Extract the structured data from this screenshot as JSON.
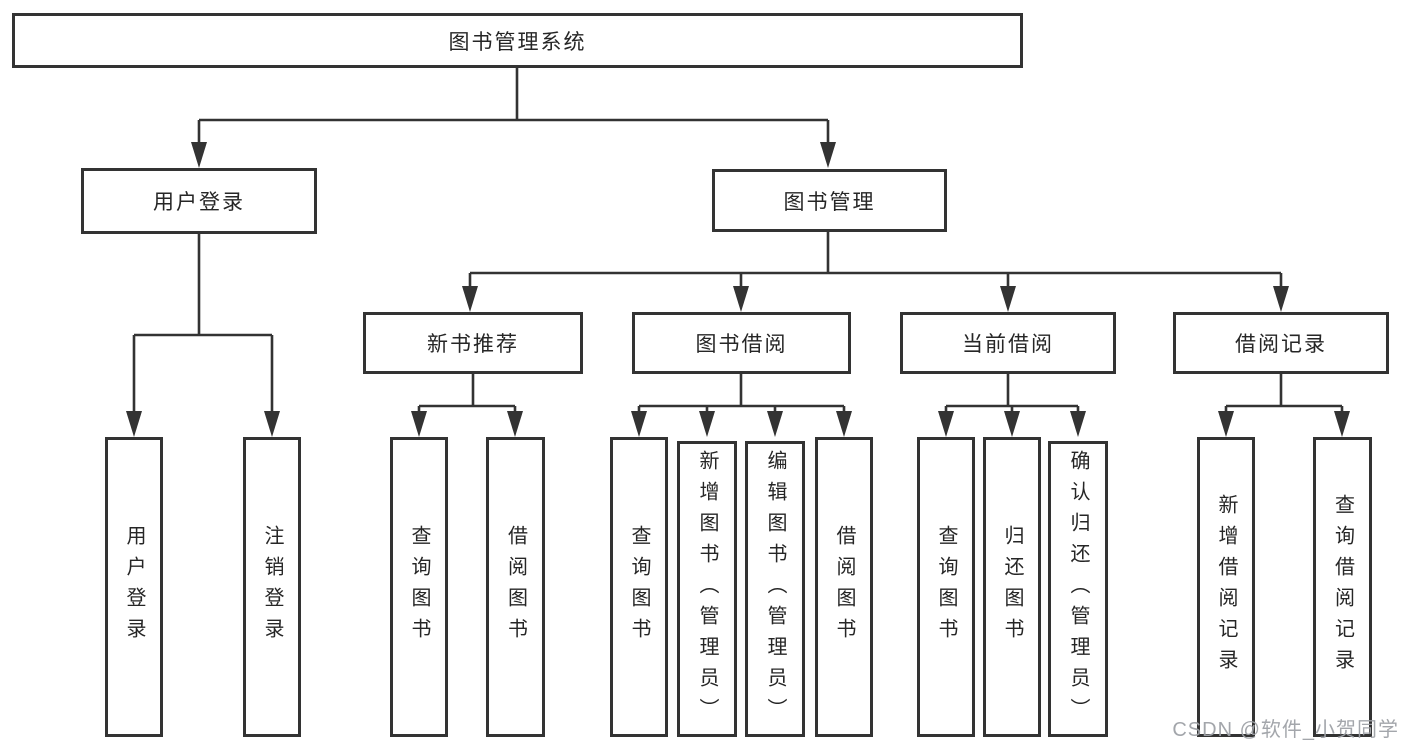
{
  "diagram": {
    "type": "hierarchy-tree",
    "colors": {
      "line": "#333333",
      "text": "#262626",
      "box_fill": "#ffffff",
      "watermark": "#9ea1a6"
    },
    "watermark": "CSDN @软件_小贺同学",
    "tree": {
      "label": "图书管理系统",
      "children": [
        {
          "label": "用户登录",
          "children": [
            {
              "label": "用户登录"
            },
            {
              "label": "注销登录"
            }
          ]
        },
        {
          "label": "图书管理",
          "children": [
            {
              "label": "新书推荐",
              "children": [
                {
                  "label": "查询图书"
                },
                {
                  "label": "借阅图书"
                }
              ]
            },
            {
              "label": "图书借阅",
              "children": [
                {
                  "label": "查询图书"
                },
                {
                  "label": "新增图书（管理员）"
                },
                {
                  "label": "编辑图书（管理员）"
                },
                {
                  "label": "借阅图书"
                }
              ]
            },
            {
              "label": "当前借阅",
              "children": [
                {
                  "label": "查询图书"
                },
                {
                  "label": "归还图书"
                },
                {
                  "label": "确认归还（管理员）"
                }
              ]
            },
            {
              "label": "借阅记录",
              "children": [
                {
                  "label": "新增借阅记录"
                },
                {
                  "label": "查询借阅记录"
                }
              ]
            }
          ]
        }
      ]
    }
  }
}
